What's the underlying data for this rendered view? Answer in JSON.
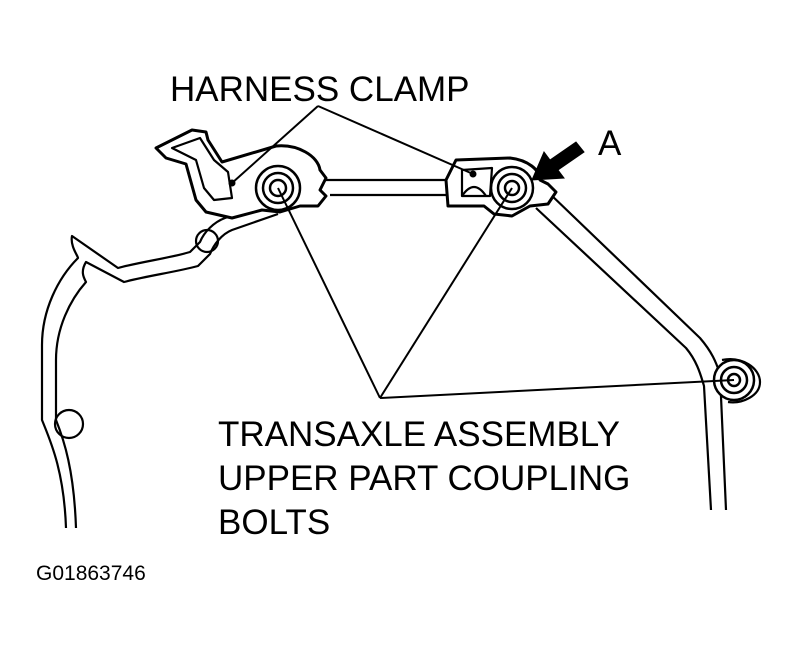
{
  "labels": {
    "harness_clamp": "HARNESS CLAMP",
    "arrow_a": "A",
    "bolts_line1": "TRANSAXLE ASSEMBLY",
    "bolts_line2": "UPPER PART COUPLING",
    "bolts_line3": "BOLTS",
    "figure_id": "G01863746"
  }
}
